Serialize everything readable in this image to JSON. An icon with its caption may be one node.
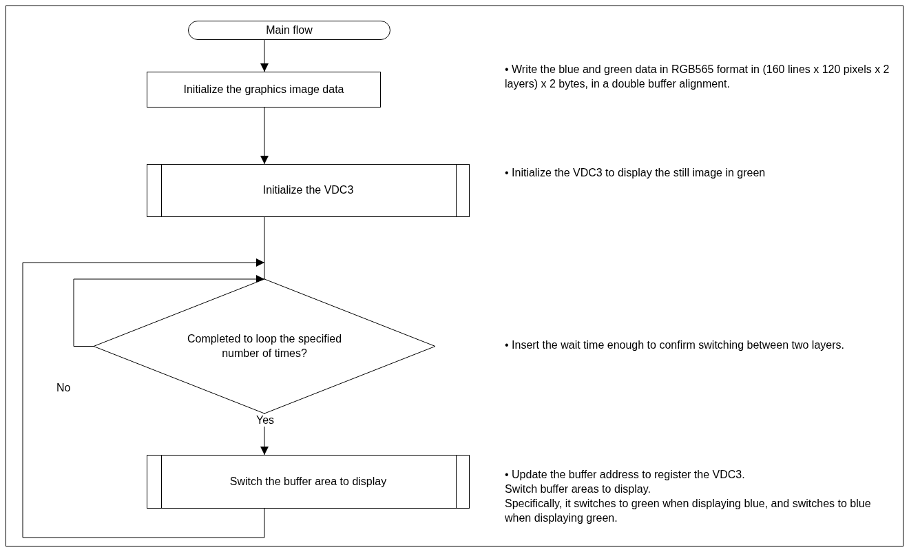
{
  "diagram": {
    "nodes": [
      {
        "text": [
          "Main flow"
        ]
      },
      {
        "text": [
          "Initialize the graphics image data"
        ]
      },
      {
        "text": [
          "Initialize the VDC3"
        ]
      },
      {
        "text": [
          "Completed to loop the specified number of times?"
        ]
      },
      {
        "text": [
          "Switch the buffer area to display"
        ]
      }
    ],
    "edges": [
      {
        "from": 0,
        "to": 1,
        "arrow": "to"
      },
      {
        "from": 1,
        "to": 2,
        "arrow": "to"
      },
      {
        "from": 2,
        "to": 3,
        "arrow": "none"
      },
      {
        "from": 3,
        "to": 3,
        "arrow": "to",
        "label": "No"
      },
      {
        "from": 3,
        "to": 4,
        "arrow": "to",
        "label": "Yes"
      },
      {
        "from": 4,
        "to": 3,
        "arrow": "to"
      }
    ],
    "labels": [
      "• Write the blue and green data in RGB565 format in (160 lines x 120 pixels x 2 layers) x 2 bytes, in a double buffer alignment.",
      "• Initialize the VDC3 to display the still image in green",
      "• Insert the wait time enough to confirm switching between two layers.",
      "• Update the buffer address to register the VDC3.",
      "Switch buffer areas to display.",
      "Specifically, it switches to green when displaying blue, and switches to blue when displaying green."
    ]
  }
}
